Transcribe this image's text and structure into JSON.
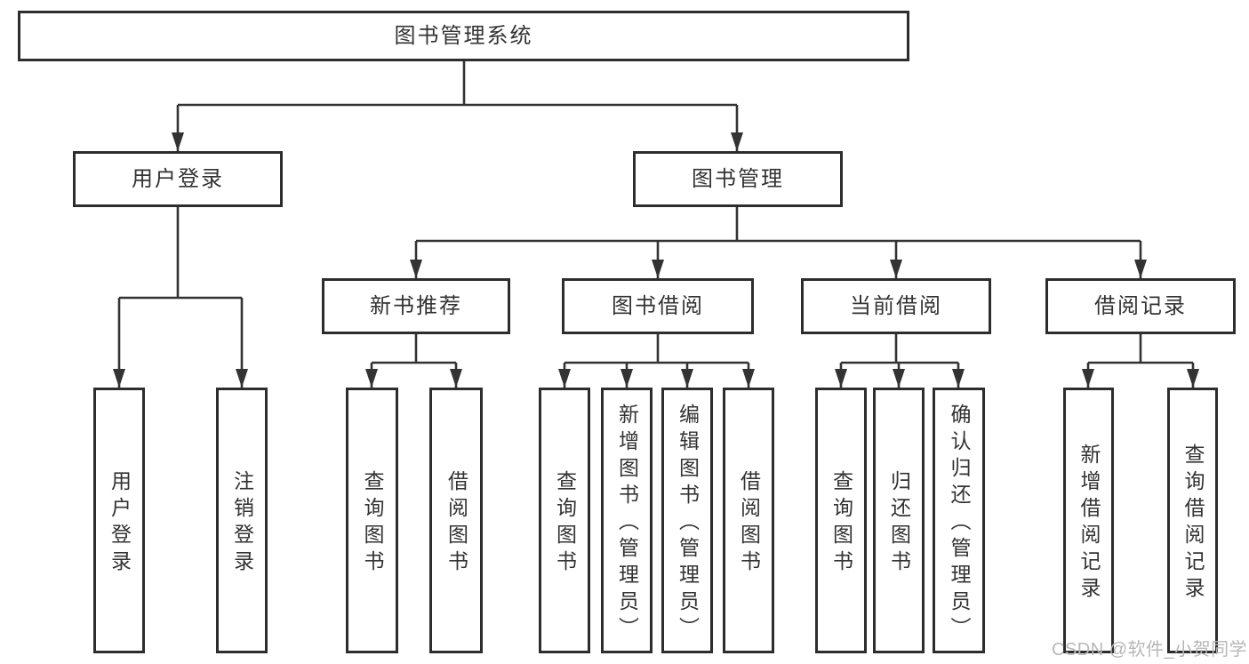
{
  "diagram": {
    "title": "图书管理系统",
    "root": {
      "label": "图书管理系统"
    },
    "branches": [
      {
        "label": "用户登录",
        "children": [
          {
            "label": "用户登录"
          },
          {
            "label": "注销登录"
          }
        ]
      },
      {
        "label": "图书管理",
        "children": [
          {
            "label": "新书推荐",
            "children": [
              {
                "label": "查询图书"
              },
              {
                "label": "借阅图书"
              }
            ]
          },
          {
            "label": "图书借阅",
            "children": [
              {
                "label": "查询图书"
              },
              {
                "label": "新增图书（管理员）"
              },
              {
                "label": "编辑图书（管理员）"
              },
              {
                "label": "借阅图书"
              }
            ]
          },
          {
            "label": "当前借阅",
            "children": [
              {
                "label": "查询图书"
              },
              {
                "label": "归还图书"
              },
              {
                "label": "确认归还（管理员）"
              }
            ]
          },
          {
            "label": "借阅记录",
            "children": [
              {
                "label": "新增借阅记录"
              },
              {
                "label": "查询借阅记录"
              }
            ]
          }
        ]
      }
    ]
  },
  "watermark": {
    "text": "CSDN @软件_小贺同学"
  },
  "colors": {
    "line": "#333333",
    "border": "#2d2d2d",
    "text": "#333333",
    "background": "#ffffff",
    "watermark": "#b7b7b7"
  }
}
